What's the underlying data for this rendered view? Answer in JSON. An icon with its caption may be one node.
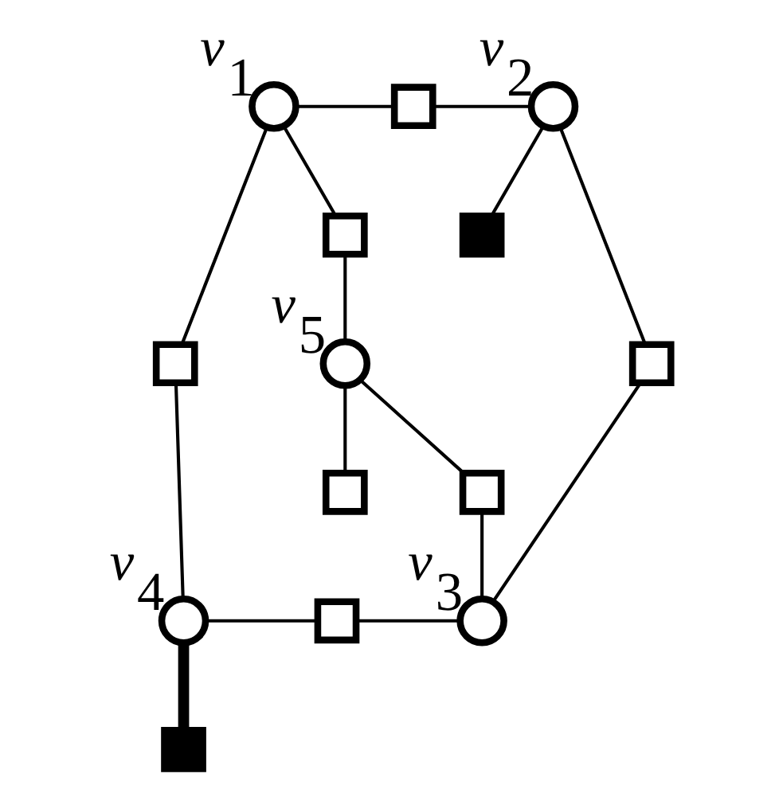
{
  "diagram": {
    "nodes": [
      {
        "text": [],
        "shape": "circle",
        "beside": [
          "v$_{1}$"
        ]
      },
      {
        "text": [],
        "shape": "circle",
        "beside": [
          "v$_{2}$"
        ]
      },
      {
        "text": [],
        "shape": "circle",
        "beside": [
          "v$_{3}$"
        ]
      },
      {
        "text": [],
        "shape": "circle",
        "beside": [
          "v$_{4}$"
        ]
      },
      {
        "text": [],
        "shape": "circle",
        "beside": [
          "v$_{5}$"
        ]
      },
      {
        "text": [],
        "shape": "box"
      },
      {
        "text": [],
        "shape": "box"
      },
      {
        "text": [],
        "shape": "box"
      },
      {
        "text": [],
        "shape": "box"
      },
      {
        "text": [],
        "shape": "box"
      },
      {
        "text": [],
        "shape": "box"
      },
      {
        "text": [],
        "shape": "box"
      },
      {
        "text": [],
        "shape": "box"
      },
      {
        "text": [],
        "shape": "box"
      }
    ],
    "edges": [
      {
        "from": 1,
        "to": 5,
        "arrow": "none"
      },
      {
        "from": 0,
        "to": 6,
        "arrow": "none"
      },
      {
        "from": 6,
        "to": 1,
        "arrow": "none"
      },
      {
        "from": 0,
        "to": 7,
        "arrow": "none"
      },
      {
        "from": 7,
        "to": 4,
        "arrow": "none"
      },
      {
        "from": 0,
        "to": 8,
        "arrow": "none"
      },
      {
        "from": 8,
        "to": 3,
        "arrow": "none"
      },
      {
        "from": 1,
        "to": 9,
        "arrow": "none"
      },
      {
        "from": 9,
        "to": 2,
        "arrow": "none"
      },
      {
        "from": 4,
        "to": 10,
        "arrow": "none"
      },
      {
        "from": 10,
        "to": 2,
        "arrow": "none"
      },
      {
        "from": 4,
        "to": 11,
        "arrow": "none"
      },
      {
        "from": 3,
        "to": 12,
        "arrow": "none"
      },
      {
        "from": 12,
        "to": 2,
        "arrow": "none"
      },
      {
        "from": 3,
        "to": 13,
        "arrow": "none",
        "style": "thick"
      }
    ]
  }
}
